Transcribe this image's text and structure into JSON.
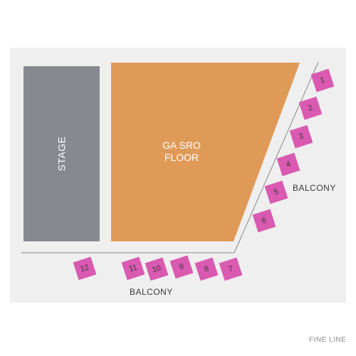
{
  "sections": {
    "stage": "STAGE",
    "floor": [
      "GA SRO",
      "FLOOR"
    ],
    "balcony_side": "BALCONY",
    "balcony_bottom": "BALCONY"
  },
  "boxes": {
    "b1": "1",
    "b2": "2",
    "b3": "3",
    "b4": "4",
    "b5": "5",
    "b6": "6",
    "b7": "7",
    "b8": "8",
    "b9": "9",
    "b10": "10",
    "b11": "11",
    "b12": "12"
  },
  "venue_name": "FINE LINE",
  "colors": {
    "background": "#efefef",
    "stage": "#888891",
    "floor": "#e09a57",
    "box": "#d95ab0",
    "line": "#888888"
  }
}
